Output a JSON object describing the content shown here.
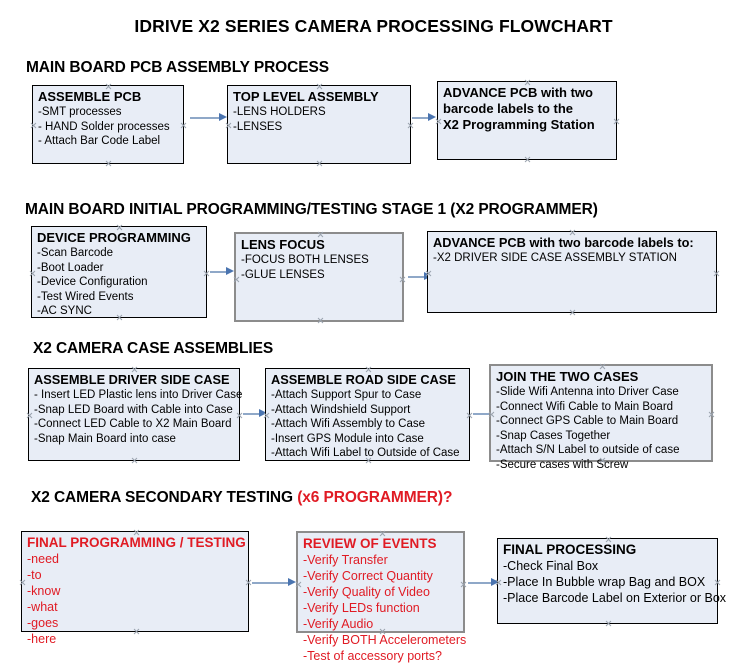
{
  "document": {
    "title": "IDRIVE X2  SERIES CAMERA PROCESSING FLOWCHART"
  },
  "colors": {
    "node_fill": "#e8edf6",
    "node_border": "#000000",
    "node_border_gray": "#8c8c8c",
    "accent_red": "#e01b24",
    "connector": "#8fa8c8",
    "connector_head": "#4a74b0"
  },
  "sections": [
    {
      "id": "main-board-pcb-assembly",
      "header": "MAIN BOARD PCB ASSEMBLY PROCESS",
      "header_accent": "",
      "nodes": [
        {
          "id": "assemble-pcb",
          "title": "ASSEMBLE PCB",
          "lines": [
            "-SMT processes",
            "- HAND Solder processes",
            "- Attach Bar Code Label"
          ]
        },
        {
          "id": "top-level-assembly",
          "title": "TOP LEVEL ASSEMBLY",
          "lines": [
            "-LENS HOLDERS",
            "-LENSES"
          ]
        },
        {
          "id": "advance-pcb-to-x2-programming-station",
          "title": "ADVANCE PCB with two",
          "lines": [
            "barcode labels to the",
            " X2 Programming Station"
          ]
        }
      ]
    },
    {
      "id": "main-board-initial-programming",
      "header": "MAIN BOARD INITIAL PROGRAMMING/TESTING STAGE 1 (X2 PROGRAMMER)",
      "header_accent": "",
      "nodes": [
        {
          "id": "device-programming",
          "title": "DEVICE PROGRAMMING",
          "lines": [
            "-Scan Barcode",
            "-Boot Loader",
            "-Device Configuration",
            "-Test Wired Events",
            "-AC SYNC"
          ]
        },
        {
          "id": "lens-focus",
          "title": "LENS FOCUS",
          "lines": [
            "-FOCUS BOTH LENSES",
            "-GLUE LENSES"
          ]
        },
        {
          "id": "advance-pcb-to-driver-side-case-station",
          "title": "ADVANCE PCB with two barcode labels to:",
          "lines": [
            "-X2 DRIVER  SIDE  CASE  ASSEMBLY STATION"
          ]
        }
      ]
    },
    {
      "id": "x2-camera-case-assemblies",
      "header": "X2 CAMERA CASE ASSEMBLIES",
      "header_accent": "",
      "nodes": [
        {
          "id": "assemble-driver-side-case",
          "title": "ASSEMBLE DRIVER SIDE CASE",
          "lines": [
            "- Insert LED Plastic lens into Driver Case",
            "-Snap LED Board with Cable into Case",
            "-Connect LED Cable to X2 Main Board",
            "-Snap Main Board into case"
          ]
        },
        {
          "id": "assemble-road-side-case",
          "title": "ASSEMBLE ROAD SIDE CASE",
          "lines": [
            "-Attach Support Spur to Case",
            "-Attach Windshield Support",
            "-Attach Wifi Assembly to Case",
            "-Insert GPS Module into Case",
            "-Attach Wifi Label to Outside of Case"
          ]
        },
        {
          "id": "join-the-two-cases",
          "title": "JOIN THE TWO CASES",
          "lines": [
            "-Slide Wifi Antenna into Driver Case",
            "-Connect Wifi Cable to Main Board",
            "-Connect GPS Cable to Main Board",
            "-Snap Cases Together",
            "-Attach S/N Label to outside of case",
            "-Secure cases with Screw"
          ]
        }
      ]
    },
    {
      "id": "x2-camera-secondary-testing",
      "header": "X2 CAMERA SECONDARY TESTING ",
      "header_accent": "(x6 PROGRAMMER)?",
      "nodes": [
        {
          "id": "final-programming-testing",
          "title": "FINAL PROGRAMMING / TESTING",
          "lines": [
            "-need",
            "-to",
            "-know",
            "-what",
            "-goes",
            "-here"
          ]
        },
        {
          "id": "review-of-events",
          "title": "REVIEW OF EVENTS",
          "lines": [
            "-Verify Transfer",
            "-Verify Correct Quantity",
            "-Verify Quality of Video",
            "-Verify LEDs function",
            "-Verify Audio",
            "-Verify BOTH Accelerometers",
            "-Test of accessory ports?"
          ]
        },
        {
          "id": "final-processing",
          "title": "FINAL PROCESSING",
          "lines": [
            " -Check Final Box",
            "-Place In Bubble wrap Bag and BOX",
            "-Place Barcode Label on Exterior or Box"
          ]
        }
      ]
    }
  ]
}
